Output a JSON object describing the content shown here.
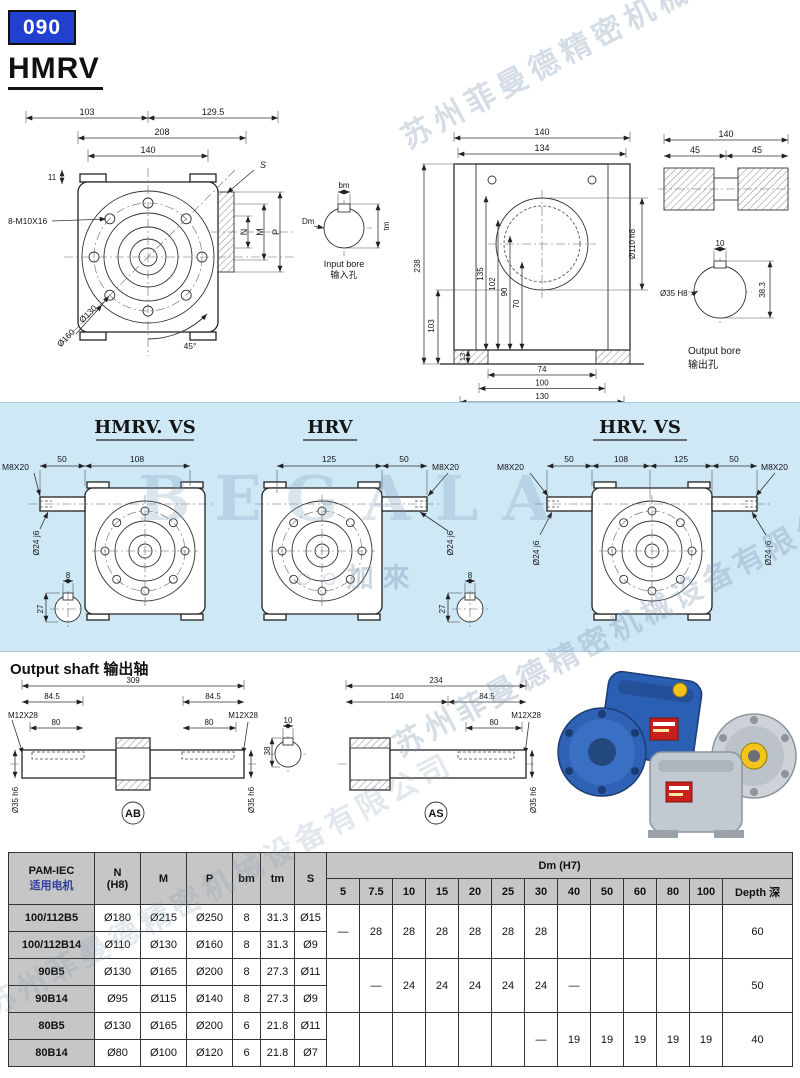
{
  "colors": {
    "badge_blue": "#2240cf",
    "band_blue": "#cfe8f6",
    "table_header_gray": "#c6c6c6",
    "label_blue": "#33409a",
    "accent_red": "#c8201d",
    "plug_yellow": "#f2c41d"
  },
  "header": {
    "badge": "090",
    "series": "HMRV"
  },
  "watermark": {
    "company": "苏州菲曼德精密机械设备有限公司",
    "brand": "BEGALA",
    "slogan": "○○加來"
  },
  "front": {
    "d103": "103",
    "d1295": "129.5",
    "d208": "208",
    "d140": "140",
    "s": "S",
    "d11": "11",
    "bolts": "8-M10X16",
    "n": "N",
    "m": "M",
    "p": "P",
    "d130": "Ø130",
    "d160": "Ø160",
    "a45": "45°"
  },
  "inputBore": {
    "bm": "bm",
    "tm": "tm",
    "dm": "Dm",
    "en": "Input bore",
    "cn": "输入孔"
  },
  "side": {
    "d140": "140",
    "d134": "134",
    "d238": "238",
    "d135": "135",
    "d102": "102",
    "d90": "90",
    "d103": "103",
    "d70": "70",
    "d13": "13",
    "bore": "Ø110 h8",
    "d74": "74",
    "d100": "100",
    "d130": "130"
  },
  "outBore": {
    "d140": "140",
    "d45a": "45",
    "d45b": "45",
    "d10": "10",
    "bore": "Ø35 H8",
    "d383": "38.3",
    "en": "Output bore",
    "cn": "输出孔"
  },
  "variants": {
    "v1": {
      "title": "HMRV. VS",
      "thread": "M8X20",
      "d50": "50",
      "d108": "108",
      "shaft": "Ø24 j6",
      "k8": "8",
      "k27": "27"
    },
    "v2": {
      "title": "HRV",
      "d125": "125",
      "d50": "50",
      "thread": "M8X20",
      "shaft": "Ø24 j6",
      "k8": "8",
      "k27": "27"
    },
    "v3": {
      "title": "HRV. VS",
      "threadL": "M8X20",
      "d50a": "50",
      "d108": "108",
      "d125": "125",
      "d50b": "50",
      "threadR": "M8X20",
      "shaftL": "Ø24 j6",
      "shaftR": "Ø24 j6"
    }
  },
  "outputShaft": {
    "en": "Output shaft",
    "cn": "输出轴",
    "ab": {
      "d309": "309",
      "d845a": "84.5",
      "d845b": "84.5",
      "thrL": "M12X28",
      "thrR": "M12X28",
      "d80a": "80",
      "d80b": "80",
      "dia": "Ø35 h6",
      "diaR": "Ø35 h6",
      "tag": "AB"
    },
    "key": {
      "d10": "10",
      "d38": "38"
    },
    "as": {
      "d234": "234",
      "d140": "140",
      "d845": "84.5",
      "thr": "M12X28",
      "d80": "80",
      "dia": "Ø35 h6",
      "tag": "AS"
    }
  },
  "table": {
    "headers": {
      "pam": "PAM-IEC",
      "pam_cn": "适用电机",
      "n1": "N",
      "n2": "(H8)",
      "m": "M",
      "p": "P",
      "bm": "bm",
      "tm": "tm",
      "s": "S",
      "dm_group": "Dm (H7)",
      "ratios": [
        "5",
        "7.5",
        "10",
        "15",
        "20",
        "25",
        "30",
        "40",
        "50",
        "60",
        "80",
        "100"
      ],
      "depth": "Depth 深"
    },
    "rows": [
      {
        "label": "100/112B5",
        "n": "Ø180",
        "m": "Ø215",
        "p": "Ø250",
        "bm": "8",
        "tm": "31.3",
        "s": "Ø15"
      },
      {
        "label": "100/112B14",
        "n": "Ø110",
        "m": "Ø130",
        "p": "Ø160",
        "bm": "8",
        "tm": "31.3",
        "s": "Ø9"
      },
      {
        "label": "90B5",
        "n": "Ø130",
        "m": "Ø165",
        "p": "Ø200",
        "bm": "8",
        "tm": "27.3",
        "s": "Ø11"
      },
      {
        "label": "90B14",
        "n": "Ø95",
        "m": "Ø115",
        "p": "Ø140",
        "bm": "8",
        "tm": "27.3",
        "s": "Ø9"
      },
      {
        "label": "80B5",
        "n": "Ø130",
        "m": "Ø165",
        "p": "Ø200",
        "bm": "6",
        "tm": "21.8",
        "s": "Ø11"
      },
      {
        "label": "80B14",
        "n": "Ø80",
        "m": "Ø100",
        "p": "Ø120",
        "bm": "6",
        "tm": "21.8",
        "s": "Ø7"
      }
    ],
    "dm_rows": [
      {
        "values": [
          "—",
          "28",
          "28",
          "28",
          "28",
          "28",
          "28",
          "",
          "",
          "",
          "",
          ""
        ],
        "depth": "60"
      },
      {
        "values": [
          "",
          "—",
          "24",
          "24",
          "24",
          "24",
          "24",
          "—",
          "",
          "",
          "",
          ""
        ],
        "depth": "50"
      },
      {
        "values": [
          "",
          "",
          "",
          "",
          "",
          "",
          "—",
          "19",
          "19",
          "19",
          "19",
          "19"
        ],
        "depth": "40"
      }
    ]
  }
}
